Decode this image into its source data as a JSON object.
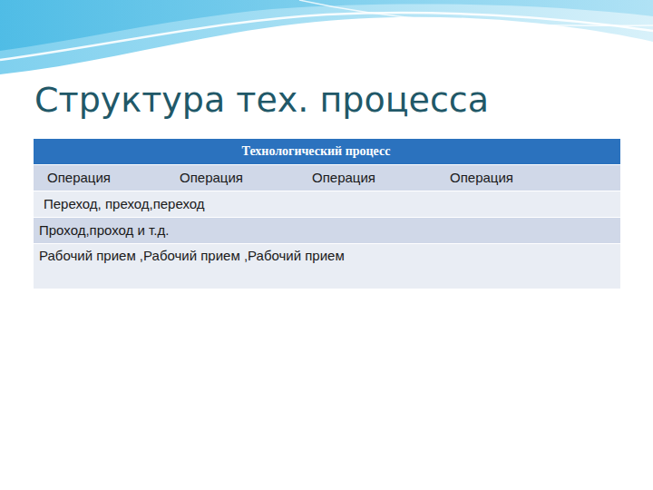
{
  "diagram": {
    "title": "Структура тех. процесса",
    "nodes": [
      {
        "text": [
          "Технологический процесс"
        ]
      },
      {
        "text": [
          "Операция",
          "Операция",
          "Операция",
          "Операция"
        ]
      },
      {
        "text": [
          "Переход, преход,переход"
        ]
      },
      {
        "text": [
          "Проход,проход и т.д."
        ]
      },
      {
        "text": [
          "Рабочий прием ,Рабочий прием ,Рабочий прием"
        ]
      }
    ]
  }
}
